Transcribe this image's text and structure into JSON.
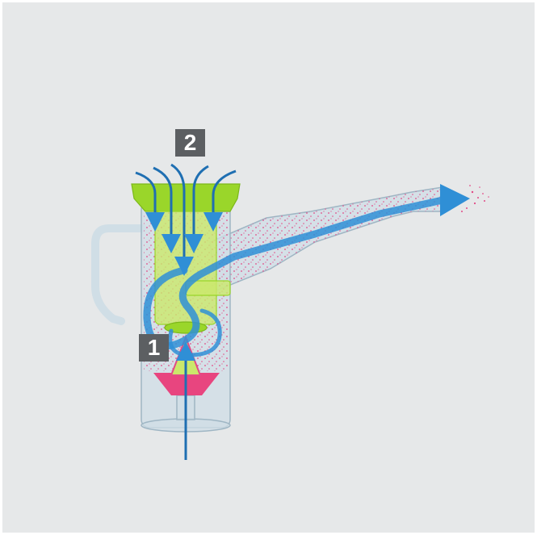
{
  "colors": {
    "background": "#e6e8e9",
    "device_body": "#cfdde6",
    "device_outline": "#9fb6c4",
    "green_valve": "#9ad62a",
    "green_light": "#cbe86b",
    "air_flow": "#2f8fd6",
    "air_flow_dark": "#1f6fb2",
    "aerosol": "#e24a86",
    "liquid": "#e8457f",
    "badge": "#5c5f62"
  },
  "labels": {
    "step_2": "2",
    "step_1": "1"
  },
  "icons": {
    "device": "nebulizer-diagram",
    "airflow": "airflow-arrow"
  }
}
